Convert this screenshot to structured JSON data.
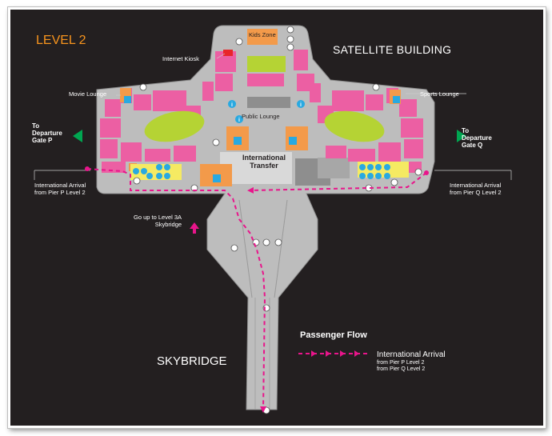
{
  "header": {
    "level": "LEVEL 2",
    "building": "SATELLITE BUILDING"
  },
  "labels": {
    "kids_zone": "Kids Zone",
    "internet_kiosk": "Internet Kiosk",
    "movie_lounge": "Movie Lounge",
    "sports_lounge": "Sports Lounge",
    "public_lounge": "Public Lounge",
    "international_transfer": "International Transfer",
    "skybridge": "SKYBRIDGE",
    "go_up": [
      "Go up to Level 3A",
      "Skybridge"
    ]
  },
  "departures": {
    "left": [
      "To",
      "Departure",
      "Gate P"
    ],
    "right": [
      "To",
      "Departure",
      "Gate Q"
    ]
  },
  "arrivals": {
    "left": [
      "International Arrival",
      "from Pier P Level 2"
    ],
    "right": [
      "International Arrival",
      "from Pier Q Level 2"
    ]
  },
  "legend": {
    "title": "Passenger Flow",
    "entry": "International Arrival",
    "subs": [
      "from Pier P Level 2",
      "from Pier Q Level 2"
    ]
  },
  "colors": {
    "background": "#231f20",
    "floor": "#bdbdbd",
    "shops": "#ec5fa3",
    "lounges": "#f39a4a",
    "garden": "#b5d334",
    "services": "#f5ea62",
    "info_icons": "#29a9e1",
    "flow": "#e8158b",
    "exit_arrow": "#00a651",
    "level_title": "#f7941d"
  },
  "icons": [
    "information-icon",
    "toilet-icon",
    "accessible-toilet-icon",
    "smoking-room-icon",
    "lift-icon",
    "escalator-icon",
    "exit-arrow-icon",
    "flow-arrow-icon"
  ]
}
